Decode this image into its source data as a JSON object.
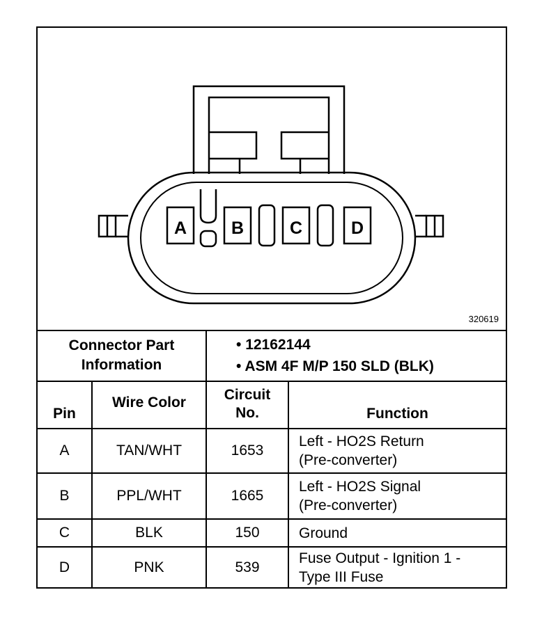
{
  "figure_id": "320619",
  "pins_drawn": [
    "A",
    "B",
    "C",
    "D"
  ],
  "part_info": {
    "label_line1": "Connector Part",
    "label_line2": "Information",
    "items": [
      "12162144",
      "ASM 4F M/P 150 SLD (BLK)"
    ]
  },
  "headers": {
    "pin": "Pin",
    "wire_color": "Wire Color",
    "circuit_line1": "Circuit",
    "circuit_line2": "No.",
    "function": "Function"
  },
  "rows": [
    {
      "pin": "A",
      "wire": "TAN/WHT",
      "circuit": "1653",
      "func1": "Left - HO2S Return",
      "func2": "(Pre-converter)"
    },
    {
      "pin": "B",
      "wire": "PPL/WHT",
      "circuit": "1665",
      "func1": "Left - HO2S Signal",
      "func2": "(Pre-converter)"
    },
    {
      "pin": "C",
      "wire": "BLK",
      "circuit": "150",
      "func1": "Ground",
      "func2": ""
    },
    {
      "pin": "D",
      "wire": "PNK",
      "circuit": "539",
      "func1": "Fuse Output - Ignition 1 -",
      "func2": "Type III Fuse"
    }
  ]
}
